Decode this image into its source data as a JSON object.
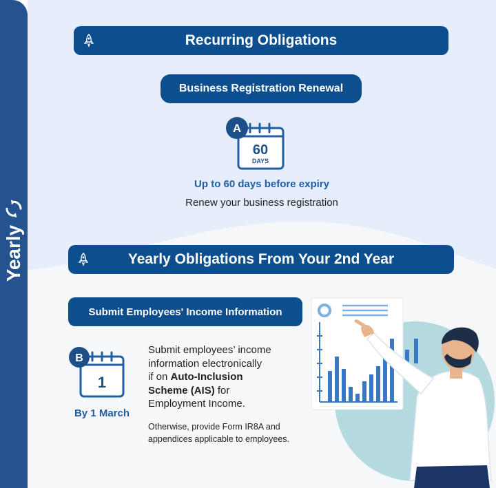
{
  "sidebar": {
    "label": "Yearly",
    "icon": "refresh-cycle-icon"
  },
  "recurring": {
    "title": "Recurring Obligations",
    "item": {
      "label": "Business Registration Renewal",
      "badge": "A",
      "calendar_number": "60",
      "calendar_unit": "DAYS",
      "deadline": "Up to 60 days before expiry",
      "description": "Renew your business registration"
    }
  },
  "yearly": {
    "title": "Yearly Obligations From Your 2nd Year",
    "item": {
      "label": "Submit Employees' Income Information",
      "badge": "B",
      "calendar_number": "1",
      "deadline": "By 1 March",
      "description_line1": "Submit employees’ income",
      "description_line2": "information electronically",
      "description_line3_prefix": "if on ",
      "description_bold1": "Auto-Inclusion",
      "description_bold2": "Scheme (AIS)",
      "description_line5_suffix": " for",
      "description_line6": "Employment Income.",
      "note_line1": "Otherwise, provide Form IR8A and",
      "note_line2": "appendices applicable to employees."
    }
  },
  "colors": {
    "sidebar": "#25538f",
    "banner": "#0d4e8e",
    "accent_text": "#1f5fa3",
    "top_background": "#e5eefa",
    "bottom_background": "#f6f7f9",
    "chart_bars": "#3b78c4",
    "illustration_circle": "#b4dadf"
  }
}
